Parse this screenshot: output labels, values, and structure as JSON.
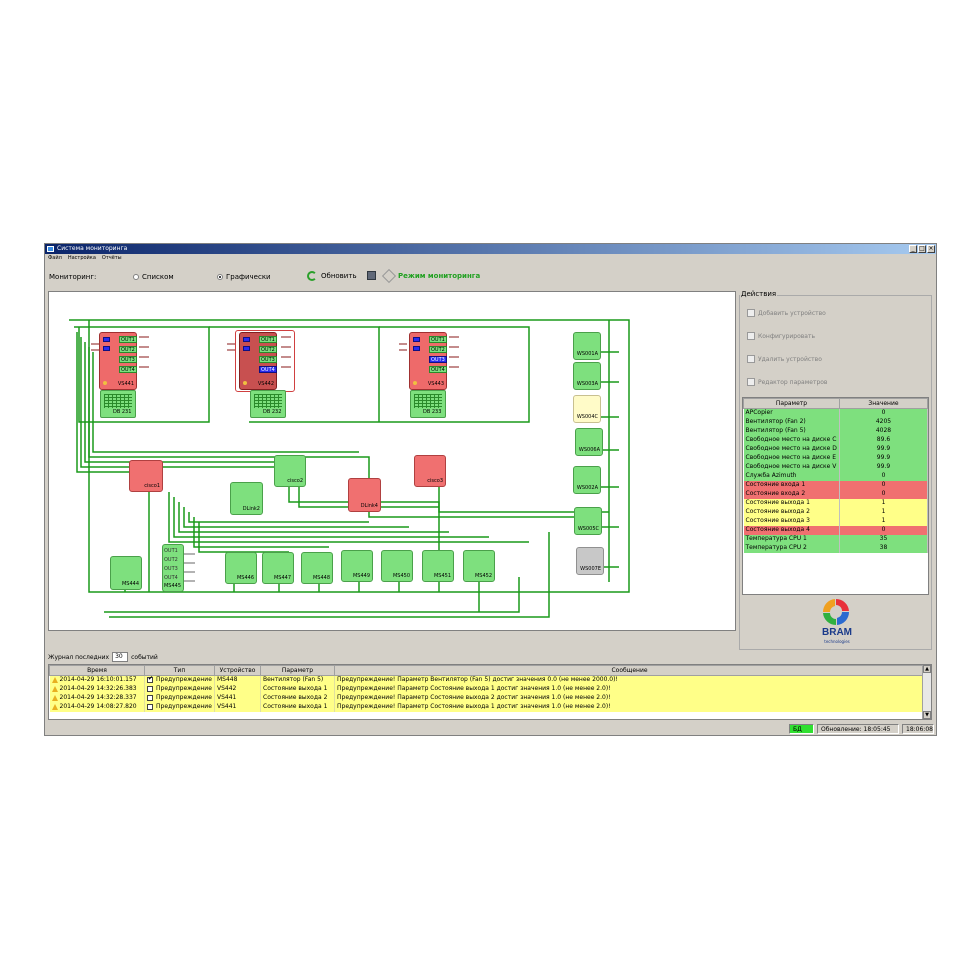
{
  "window": {
    "title": "Система мониторинга",
    "controls": [
      "_",
      "□",
      "×"
    ]
  },
  "menu": [
    "Файл",
    "Настройка",
    "Отчёты"
  ],
  "toolbar": {
    "monitoring_label": "Мониторинг:",
    "radio_list": "Списком",
    "radio_graphic": "Графически",
    "selected_view": "Графически",
    "refresh": "Обновить",
    "mode": "Режим мониторинга"
  },
  "diagram": {
    "devices": [
      {
        "name": "VS441",
        "outs": [
          "OUT1",
          "OUT2",
          "OUT3",
          "OUT4"
        ],
        "db": "DB 231"
      },
      {
        "name": "VS442",
        "outs": [
          "OUT1",
          "OUT2",
          "OUT3",
          "OUT4"
        ],
        "db": "DB 232"
      },
      {
        "name": "VS443",
        "outs": [
          "OUT1",
          "OUT2",
          "OUT3",
          "OUT4"
        ],
        "db": "DB 233"
      }
    ],
    "switches": [
      "cisco1",
      "cisco2",
      "cisco3",
      "DLink2",
      "DLink4"
    ],
    "workstations": [
      "WS001A",
      "WS003A",
      "WS004C",
      "WS006A",
      "WS002A",
      "WS005C",
      "WS007E"
    ],
    "sensors": [
      "MS444",
      "MS445",
      "MS446",
      "MS447",
      "MS448",
      "MS449",
      "MS450",
      "MS451",
      "MS452"
    ],
    "ms445_outs": [
      "OUT1",
      "OUT2",
      "OUT3",
      "OUT4"
    ]
  },
  "actions": {
    "title": "Действия",
    "add": "Добавить устройство",
    "configure": "Конфигурировать",
    "delete": "Удалить устройство",
    "editor": "Редактор параметров"
  },
  "params": {
    "headers": [
      "Параметр",
      "Значение"
    ],
    "rows": [
      {
        "name": "APCopier",
        "value": "0",
        "status": "ok"
      },
      {
        "name": "Вентилятор (Fan 2)",
        "value": "4205",
        "status": "ok"
      },
      {
        "name": "Вентилятор (Fan 5)",
        "value": "4028",
        "status": "ok"
      },
      {
        "name": "Свободное место на диске C",
        "value": "89.6",
        "status": "ok"
      },
      {
        "name": "Свободное место на диске D",
        "value": "99.9",
        "status": "ok"
      },
      {
        "name": "Свободное место на диске E",
        "value": "99.9",
        "status": "ok"
      },
      {
        "name": "Свободное место на диске V",
        "value": "99.9",
        "status": "ok"
      },
      {
        "name": "Служба Azimuth",
        "value": "0",
        "status": "ok"
      },
      {
        "name": "Состояние входа 1",
        "value": "0",
        "status": "alarm"
      },
      {
        "name": "Состояние входа 2",
        "value": "0",
        "status": "alarm"
      },
      {
        "name": "Состояние выхода 1",
        "value": "1",
        "status": "warn"
      },
      {
        "name": "Состояние выхода 2",
        "value": "1",
        "status": "warn"
      },
      {
        "name": "Состояние выхода 3",
        "value": "1",
        "status": "warn"
      },
      {
        "name": "Состояние выхода 4",
        "value": "0",
        "status": "alarm"
      },
      {
        "name": "Температура CPU 1",
        "value": "35",
        "status": "ok"
      },
      {
        "name": "Температура CPU 2",
        "value": "38",
        "status": "ok"
      }
    ]
  },
  "colors": {
    "ok": "#7ee07e",
    "alarm": "#f07070",
    "warn": "#ffff88"
  },
  "logo": {
    "brand": "BRAM",
    "sub": "technologies"
  },
  "log": {
    "prefix": "Журнал последних",
    "count": "30",
    "suffix": "событий",
    "headers": [
      "Время",
      "Тип",
      "Устройство",
      "Параметр",
      "Сообщение"
    ],
    "rows": [
      {
        "time": "2014-04-29 16:10:01.157",
        "checked": true,
        "type": "Предупреждение",
        "device": "MS448",
        "param": "Вентилятор (Fan 5)",
        "msg": "Предупреждение! Параметр Вентилятор (Fan 5) достиг значения 0.0 (не менее 2000.0)!"
      },
      {
        "time": "2014-04-29 14:32:26.383",
        "checked": false,
        "type": "Предупреждение",
        "device": "VS442",
        "param": "Состояние выхода 1",
        "msg": "Предупреждение! Параметр Состояние выхода 1 достиг значения 1.0 (не менее 2.0)!"
      },
      {
        "time": "2014-04-29 14:32:28.337",
        "checked": false,
        "type": "Предупреждение",
        "device": "VS441",
        "param": "Состояние выхода 2",
        "msg": "Предупреждение! Параметр Состояние выхода 2 достиг значения 1.0 (не менее 2.0)!"
      },
      {
        "time": "2014-04-29 14:08:27.820",
        "checked": false,
        "type": "Предупреждение",
        "device": "VS441",
        "param": "Состояние выхода 1",
        "msg": "Предупреждение! Параметр Состояние выхода 1 достиг значения 1.0 (не менее 2.0)!"
      }
    ]
  },
  "status": {
    "db": "БД",
    "update": "Обновление: 18:05:45",
    "clock": "18:06:08"
  }
}
